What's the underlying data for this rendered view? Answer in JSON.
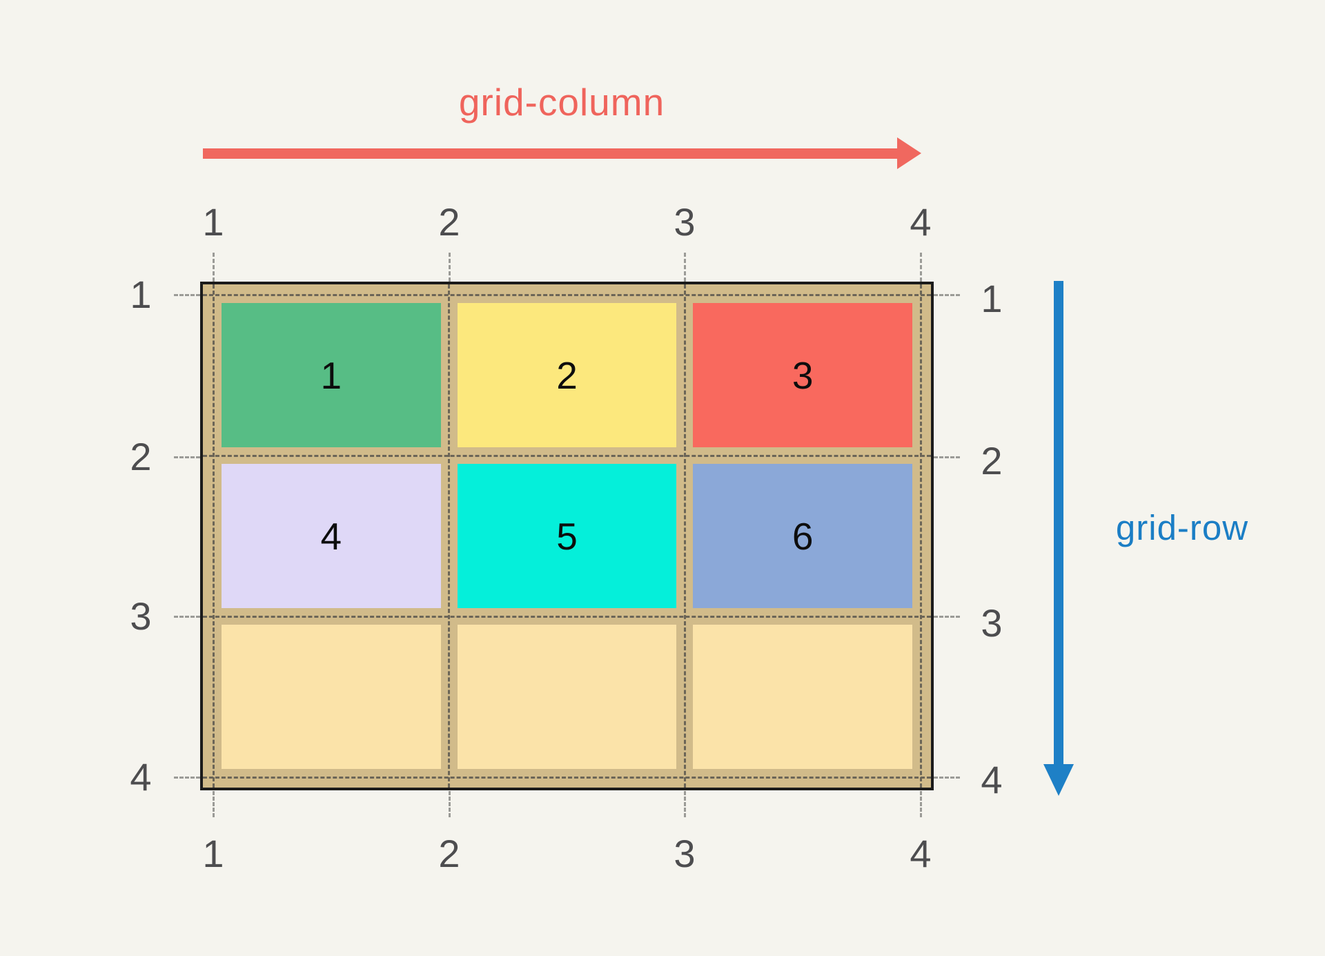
{
  "axis_labels": {
    "column": {
      "text": "grid-column",
      "color": "#ef645c"
    },
    "row": {
      "text": "grid-row",
      "color": "#1b7ec5"
    }
  },
  "arrows": {
    "column_color": "#f0685f",
    "row_color": "#1e80c6"
  },
  "line_numbers": {
    "columns": [
      "1",
      "2",
      "3",
      "4"
    ],
    "rows": [
      "1",
      "2",
      "3",
      "4"
    ],
    "number_color": "#4d4d4f"
  },
  "grid": {
    "container_color": "#d1bb8a",
    "border_color": "#1b1b1b",
    "gridline_color": "#6b6557",
    "guide_color": "#9b9b97",
    "cells": [
      {
        "label": "1",
        "color": "#57bd85"
      },
      {
        "label": "2",
        "color": "#fce87d"
      },
      {
        "label": "3",
        "color": "#f9695e"
      },
      {
        "label": "4",
        "color": "#dfd8f7"
      },
      {
        "label": "5",
        "color": "#05efda"
      },
      {
        "label": "6",
        "color": "#8ba8d8"
      },
      {
        "label": "",
        "color": "#fbe3a9"
      },
      {
        "label": "",
        "color": "#fbe3a9"
      },
      {
        "label": "",
        "color": "#fbe3a9"
      }
    ]
  }
}
